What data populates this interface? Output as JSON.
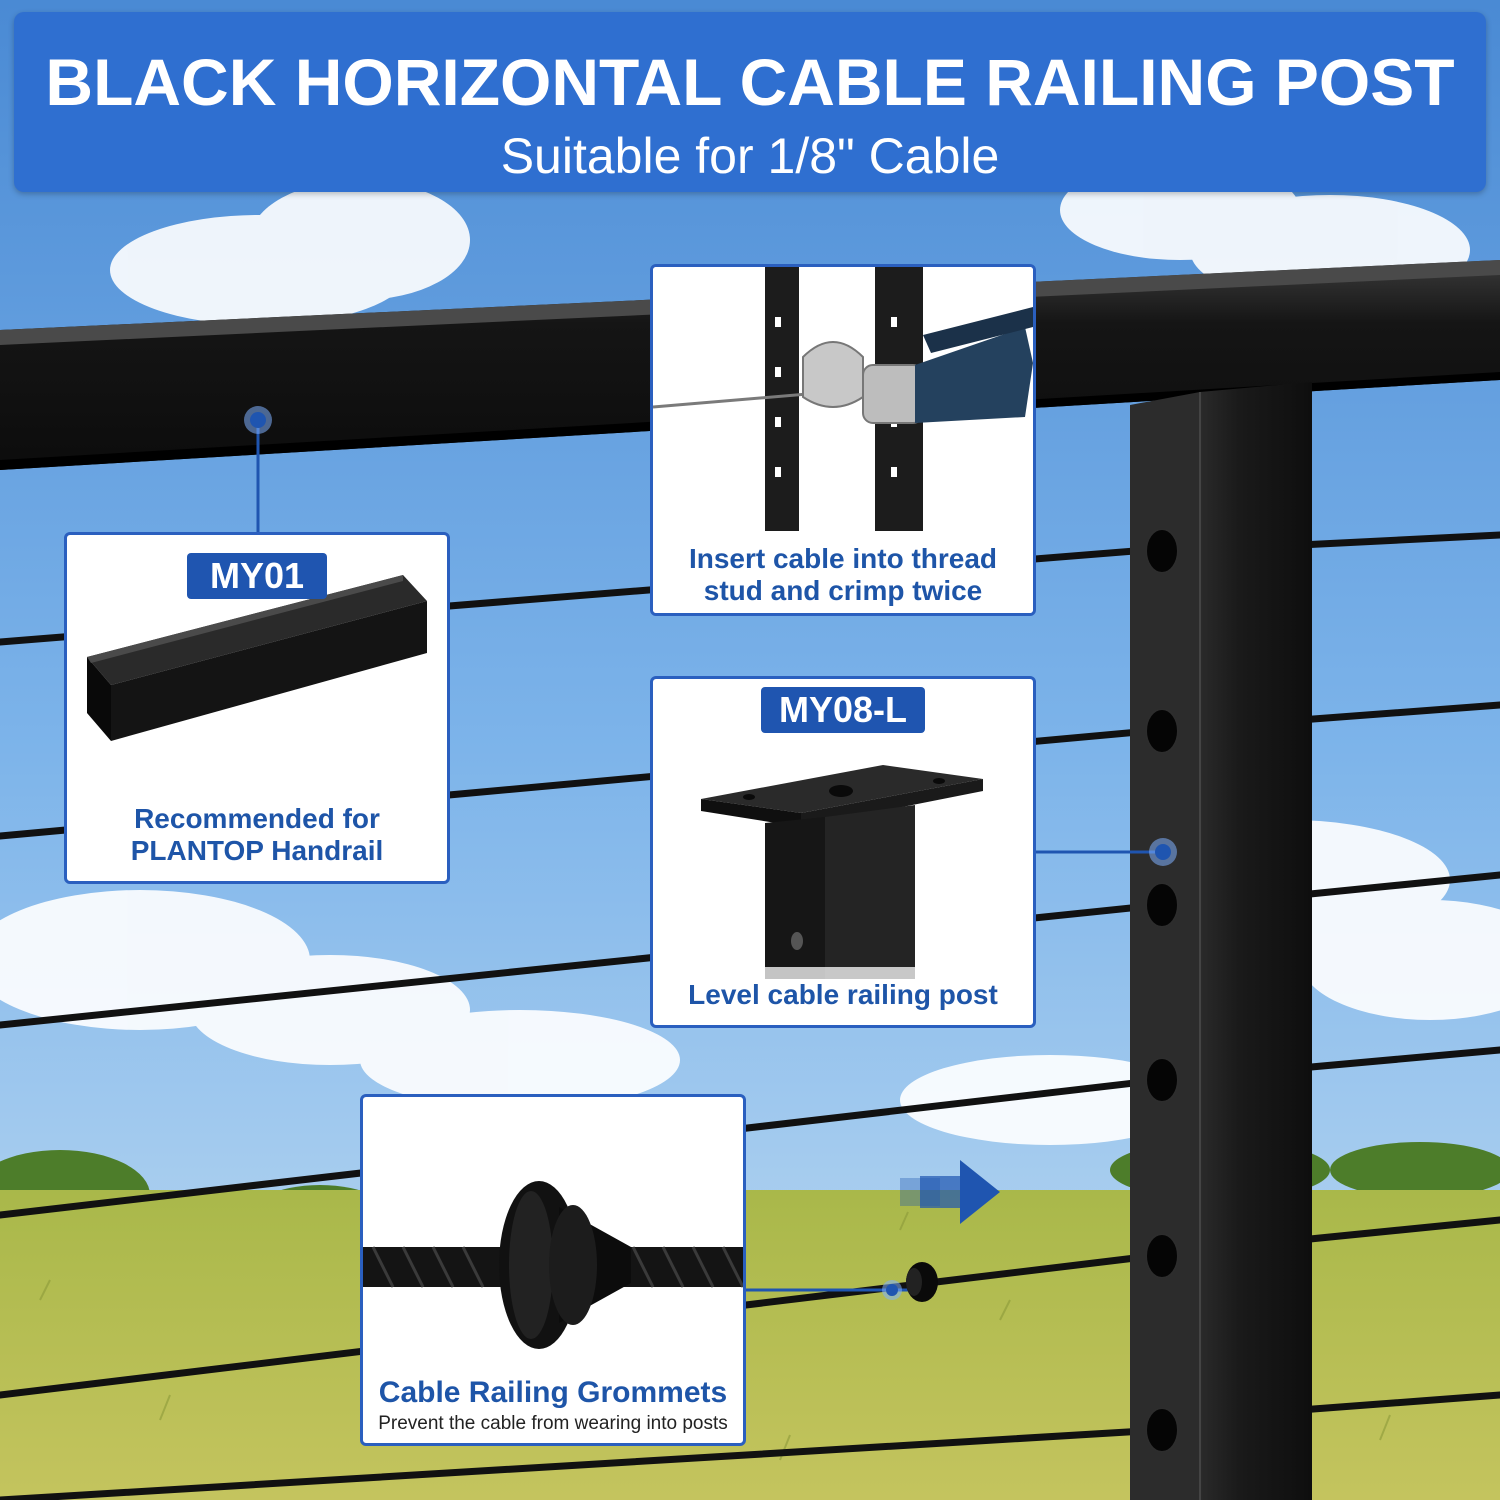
{
  "banner": {
    "title": "BLACK HORIZONTAL CABLE RAILING POST",
    "subtitle": "Suitable for 1/8\" Cable"
  },
  "callouts": {
    "handrail": {
      "model": "MY01",
      "caption_line1": "Recommended for",
      "caption_line2": "PLANTOP Handrail"
    },
    "crimp": {
      "caption_line1": "Insert cable into thread",
      "caption_line2": "stud and crimp twice"
    },
    "post": {
      "model": "MY08-L",
      "caption": "Level cable railing post"
    },
    "grommet": {
      "caption": "Cable Railing Grommets",
      "subcaption": "Prevent the cable from wearing into posts"
    }
  },
  "colors": {
    "banner": "#2f6fd0",
    "accent_blue": "#2a5fbf",
    "caption_blue": "#1e55a8",
    "railing_black": "#111111",
    "sky_top": "#4f8fd6",
    "grass": "#b4be54"
  }
}
